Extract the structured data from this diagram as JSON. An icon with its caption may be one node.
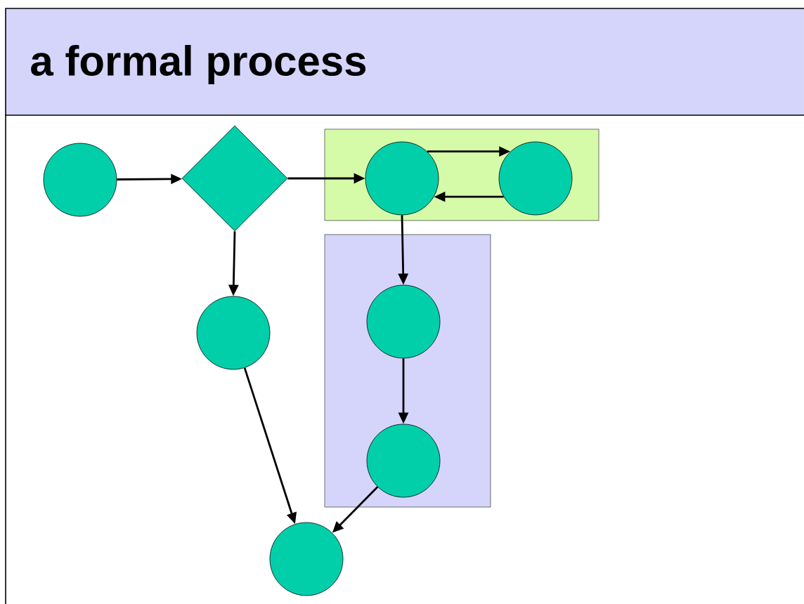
{
  "diagram": {
    "title": "a formal process",
    "nodes": [
      {
        "text": [],
        "shape": "circle"
      },
      {
        "text": [],
        "shape": "diamond"
      },
      {
        "text": [],
        "shape": "box"
      },
      {
        "text": [],
        "shape": "circle",
        "in": 2
      },
      {
        "text": [],
        "shape": "circle",
        "in": 2
      },
      {
        "text": [],
        "shape": "box"
      },
      {
        "text": [],
        "shape": "circle"
      },
      {
        "text": [],
        "shape": "circle",
        "in": 5
      },
      {
        "text": [],
        "shape": "circle",
        "in": 5
      },
      {
        "text": [],
        "shape": "circle"
      }
    ],
    "edges": [
      {
        "from": 0,
        "to": 1,
        "arrow": "to"
      },
      {
        "from": 1,
        "to": 3,
        "arrow": "to"
      },
      {
        "from": 3,
        "to": 4,
        "arrow": "to"
      },
      {
        "from": 4,
        "to": 3,
        "arrow": "to"
      },
      {
        "from": 1,
        "to": 6,
        "arrow": "to"
      },
      {
        "from": 3,
        "to": 7,
        "arrow": "to"
      },
      {
        "from": 7,
        "to": 8,
        "arrow": "to"
      },
      {
        "from": 6,
        "to": 9,
        "arrow": "to"
      },
      {
        "from": 8,
        "to": 9,
        "arrow": "to"
      }
    ]
  }
}
